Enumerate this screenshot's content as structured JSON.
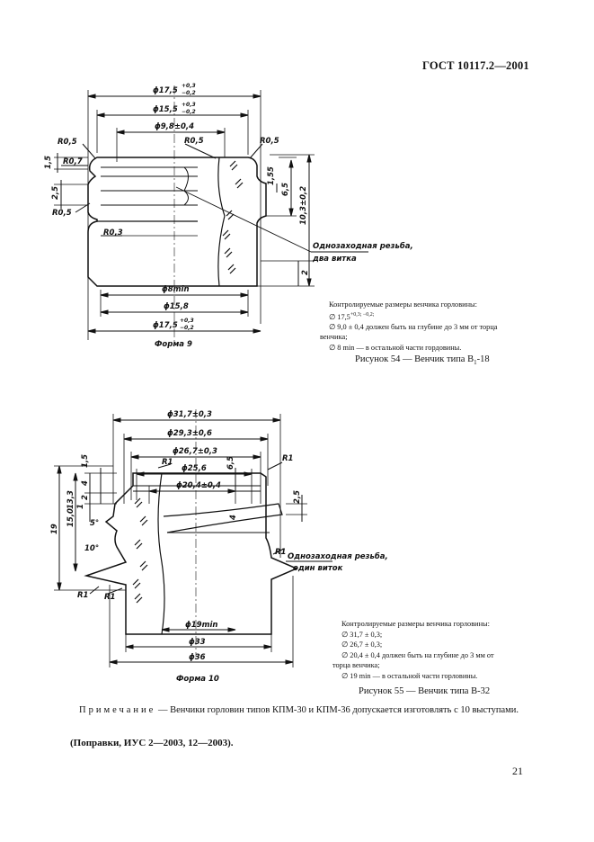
{
  "header": {
    "standard": "ГОСТ 10117.2—2001"
  },
  "figure54": {
    "dims": {
      "d1": "ϕ17,5",
      "d1_tol": "+0,3\n−0,2",
      "d2": "ϕ15,5",
      "d2_tol": "+0,3\n−0,2",
      "d3": "ϕ9,8±0,4",
      "r1": "R0,5",
      "r2": "R0,5",
      "r3": "R0,5",
      "r4": "R0,7",
      "r5": "R0,5",
      "r6": "R0,3",
      "h1": "1,5",
      "h2": "2,5",
      "h3": "1,55",
      "h4": "6,5",
      "h5": "10,3±0,2",
      "h6": "2",
      "b1": "ϕ8min",
      "b2": "ϕ15,8",
      "b3": "ϕ17,5",
      "b3_tol": "+0,3\n−0,2"
    },
    "thread_label_1": "Однозаходная резьба,",
    "thread_label_2": "два витка",
    "form_label": "Форма 9",
    "notes": {
      "title": "Контролируемые размеры венчика горловины:",
      "line1": "∅ 17,5",
      "line1_tol": "+0,3; −0,2;",
      "line2": "∅ 9,0 ± 0,4 должен быть на глубине до 3 мм от торца",
      "line2b": "венчика;",
      "line3": "∅ 8 min — в остальной части гордовины."
    },
    "caption": "Рисунок 54 — Венчик типа В",
    "caption_sub": "1",
    "caption_tail": "-18"
  },
  "figure55": {
    "dims": {
      "d1": "ϕ31,7±0,3",
      "d2": "ϕ29,3±0,6",
      "d3": "ϕ26,7±0,3",
      "d4": "ϕ25,6",
      "d5": "ϕ20,4±0,4",
      "r1": "R1",
      "r2": "R1",
      "r3": "R1",
      "r4": "R1",
      "r5": "R1",
      "h1": "1,5",
      "h2": "4",
      "h3": "2",
      "h4": "1",
      "h5": "6,5",
      "h6": "2,5",
      "h7": "4",
      "v1": "19",
      "v2": "15,0",
      "v3": "13,3",
      "a1": "5°",
      "a2": "10°",
      "b1": "ϕ19min",
      "b2": "ϕ33",
      "b3": "ϕ36"
    },
    "thread_label_1": "Однозаходная резьба,",
    "thread_label_2": "один виток",
    "form_label": "Форма 10",
    "notes": {
      "title": "Контролируемые размеры венчика горловины:",
      "line1": "∅ 31,7 ± 0,3;",
      "line2": "∅ 26,7 ± 0,3;",
      "line3": "∅ 20,4 ± 0,4 должен быть на глубине до 3 мм от",
      "line3b": "торца венчика;",
      "line4": "∅ 19 min — в остальной части горловины."
    },
    "caption": "Рисунок 55 — Венчик типа В-32"
  },
  "remark": {
    "prefix": "Примечание",
    "text": " — Венчики горловин типов КПМ-30 и КПМ-36 допускается изготовлять с 10 выступами."
  },
  "amendments": "(Поправки, ИУС 2—2003, 12—2003).",
  "page_number": "21"
}
